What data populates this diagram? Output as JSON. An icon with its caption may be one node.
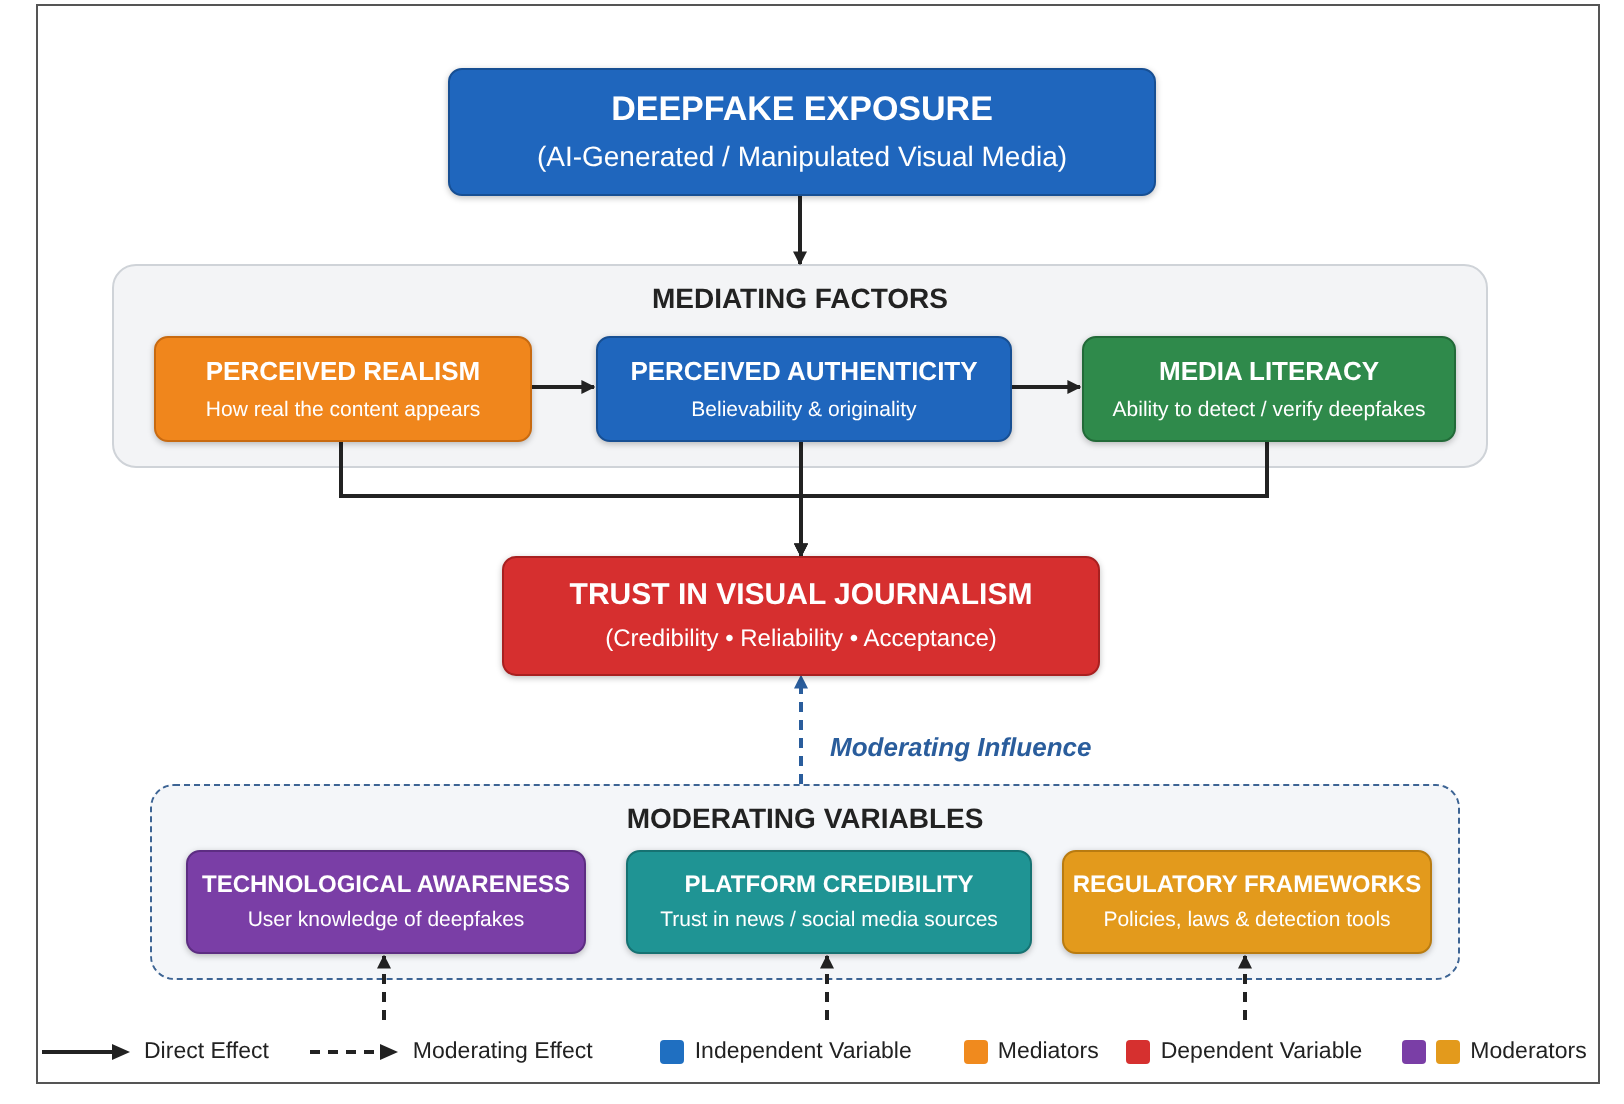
{
  "diagram": {
    "nodes": [
      {
        "text": [
          "DEEPFAKE EXPOSURE",
          "(AI-Generated / Manipulated Visual Media)"
        ]
      },
      {
        "text": [
          "MEDIATING FACTORS"
        ]
      },
      {
        "text": [
          "PERCEIVED REALISM",
          "How real the content appears"
        ],
        "in": 1
      },
      {
        "text": [
          "PERCEIVED AUTHENTICITY",
          "Believability & originality"
        ],
        "in": 1
      },
      {
        "text": [
          "MEDIA LITERACY",
          "Ability to detect / verify deepfakes"
        ],
        "in": 1
      },
      {
        "text": [
          "TRUST IN VISUAL JOURNALISM",
          "(Credibility • Reliability • Acceptance)"
        ]
      },
      {
        "text": [
          "MODERATING VARIABLES"
        ]
      },
      {
        "text": [
          "TECHNOLOGICAL AWARENESS",
          "User knowledge of deepfakes"
        ],
        "in": 6
      },
      {
        "text": [
          "PLATFORM CREDIBILITY",
          "Trust in news / social media sources"
        ],
        "in": 6
      },
      {
        "text": [
          "REGULATORY FRAMEWORKS",
          "Policies, laws & detection tools"
        ],
        "in": 6
      }
    ],
    "edges": [
      {
        "from": 0,
        "to": 1,
        "arrow": "to"
      },
      {
        "from": 2,
        "to": 3,
        "arrow": "to"
      },
      {
        "from": 3,
        "to": 4,
        "arrow": "to"
      },
      {
        "from": 2,
        "to": 5,
        "arrow": "to"
      },
      {
        "from": 3,
        "to": 5,
        "arrow": "to"
      },
      {
        "from": 4,
        "to": 5,
        "arrow": "to"
      },
      {
        "from": 6,
        "to": 5,
        "arrow": "to",
        "label": "Moderating Influence",
        "style": "dashed",
        "color": "#2a5d9c"
      },
      {
        "from": null,
        "to": 7,
        "arrow": "to",
        "style": "dashed"
      },
      {
        "from": null,
        "to": 8,
        "arrow": "to",
        "style": "dashed"
      },
      {
        "from": null,
        "to": 9,
        "arrow": "to",
        "style": "dashed"
      }
    ],
    "legend": [
      {
        "text": "Direct Effect"
      },
      {
        "text": "Moderating Effect"
      },
      {
        "text": "Independent Variable",
        "color": "#1f6fc1"
      },
      {
        "text": "Mediators",
        "color": "#f08a1e"
      },
      {
        "text": "Dependent Variable",
        "color": "#d6302f"
      },
      {
        "text": "Moderators",
        "color": "#7a3ea6"
      }
    ]
  }
}
